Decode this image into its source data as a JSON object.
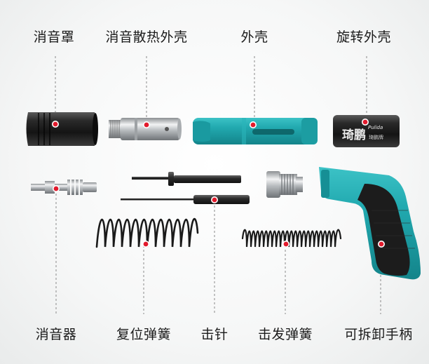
{
  "labels_top": [
    "消音罩",
    "消音散热外壳",
    "外壳",
    "旋转外壳"
  ],
  "labels_bottom": [
    "消音器",
    "复位弹簧",
    "击针",
    "击发弹簧",
    "可拆卸手柄"
  ],
  "brand": {
    "cn": "琦鹏",
    "en": "Pulida",
    "sub": "琦鹏牌"
  },
  "colors": {
    "accent": "#1fa3a8",
    "dot": "#e21a2c",
    "dark": "#1c1c1c",
    "metal": "#c9ccce"
  }
}
